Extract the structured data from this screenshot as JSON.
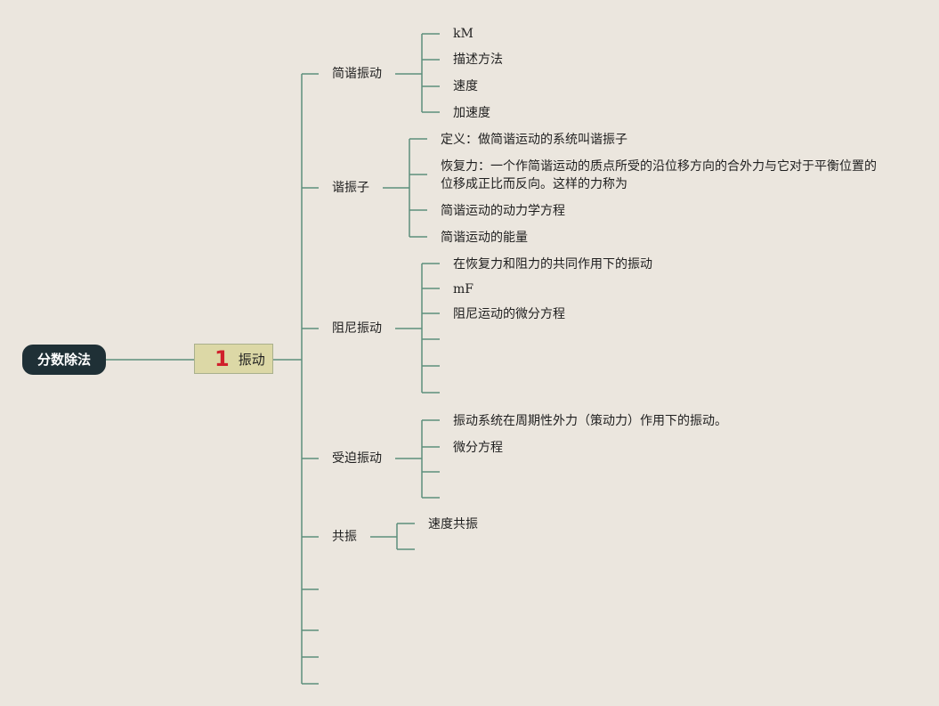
{
  "root": {
    "label": "分数除法"
  },
  "main_topic": {
    "number": "1",
    "label": "振动"
  },
  "branches": [
    {
      "label": "简谐振动",
      "children": [
        "kM",
        "描述方法",
        "速度",
        "加速度"
      ]
    },
    {
      "label": "谐振子",
      "children": [
        "定义：做简谐运动的系统叫谐振子",
        "恢复力：一个作简谐运动的质点所受的沿位移方向的合外力与它对于平衡位置的位移成正比而反向。这样的力称为",
        "简谐运动的动力学方程",
        "简谐运动的能量"
      ]
    },
    {
      "label": "阻尼振动",
      "children": [
        "在恢复力和阻力的共同作用下的振动",
        "mF",
        "阻尼运动的微分方程",
        "",
        "",
        ""
      ]
    },
    {
      "label": "受迫振动",
      "children": [
        "振动系统在周期性外力（策动力）作用下的振动。",
        "微分方程",
        "",
        ""
      ]
    },
    {
      "label": "共振",
      "children": [
        "速度共振",
        ""
      ]
    }
  ],
  "colors": {
    "line": "#5c8f7c",
    "background": "#ebe6de",
    "root_fill": "#1f3036",
    "main_fill": "#dcd8a6",
    "number": "#d0202b"
  }
}
